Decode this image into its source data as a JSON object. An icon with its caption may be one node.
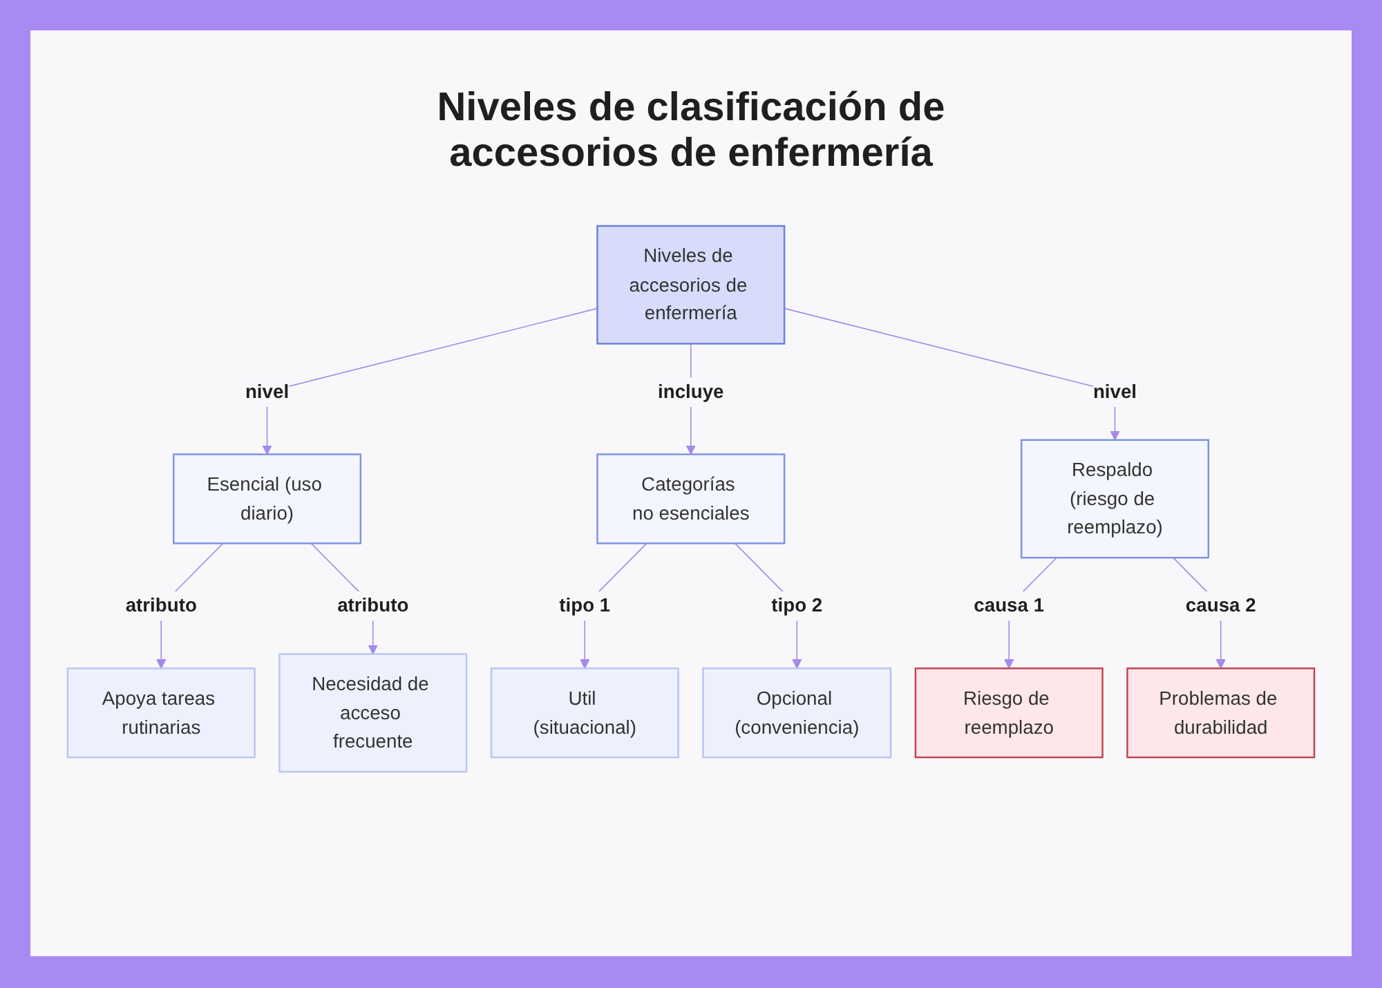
{
  "diagram": {
    "title": "Niveles de clasificación de accesorios de enfermería",
    "nodes": [
      {
        "text": [
          "Niveles de accesorios de enfermería"
        ]
      },
      {
        "text": [
          "Esencial (uso diario)"
        ]
      },
      {
        "text": [
          "Categorías no esenciales"
        ]
      },
      {
        "text": [
          "Respaldo (riesgo de reemplazo)"
        ]
      },
      {
        "text": [
          "Apoya tareas rutinarias"
        ]
      },
      {
        "text": [
          "Necesidad de acceso frecuente"
        ]
      },
      {
        "text": [
          "Util (situacional)"
        ]
      },
      {
        "text": [
          "Opcional (conveniencia)"
        ]
      },
      {
        "text": [
          "Riesgo de reemplazo"
        ]
      },
      {
        "text": [
          "Problemas de durabilidad"
        ]
      }
    ],
    "edges": [
      {
        "from": 0,
        "to": 1,
        "arrow": "to",
        "label": "nivel"
      },
      {
        "from": 0,
        "to": 2,
        "arrow": "to",
        "label": "incluye"
      },
      {
        "from": 0,
        "to": 3,
        "arrow": "to",
        "label": "nivel"
      },
      {
        "from": 1,
        "to": 4,
        "arrow": "to",
        "label": "atributo"
      },
      {
        "from": 1,
        "to": 5,
        "arrow": "to",
        "label": "atributo"
      },
      {
        "from": 2,
        "to": 6,
        "arrow": "to",
        "label": "tipo 1"
      },
      {
        "from": 2,
        "to": 7,
        "arrow": "to",
        "label": "tipo 2"
      },
      {
        "from": 3,
        "to": 8,
        "arrow": "to",
        "label": "causa 1"
      },
      {
        "from": 3,
        "to": 9,
        "arrow": "to",
        "label": "causa 2"
      }
    ]
  }
}
